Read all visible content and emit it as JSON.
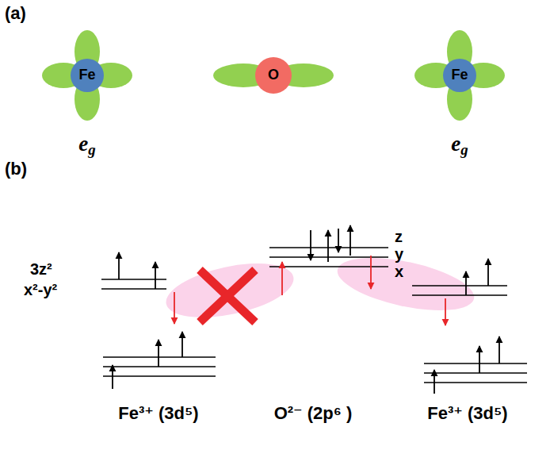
{
  "diagram": {
    "nodes": [
      {
        "text": [
          "Fe"
        ]
      },
      {
        "text": [
          "O"
        ]
      },
      {
        "text": [
          "Fe"
        ]
      }
    ],
    "labels": [
      "(a)",
      "eg",
      "eg",
      "(b)",
      "3z²",
      "x²-y²",
      "z",
      "y",
      "x",
      "Fe³⁺ (3d⁵)",
      "O²⁻ (2p⁶ )",
      "Fe³⁺ (3d⁵)"
    ]
  }
}
